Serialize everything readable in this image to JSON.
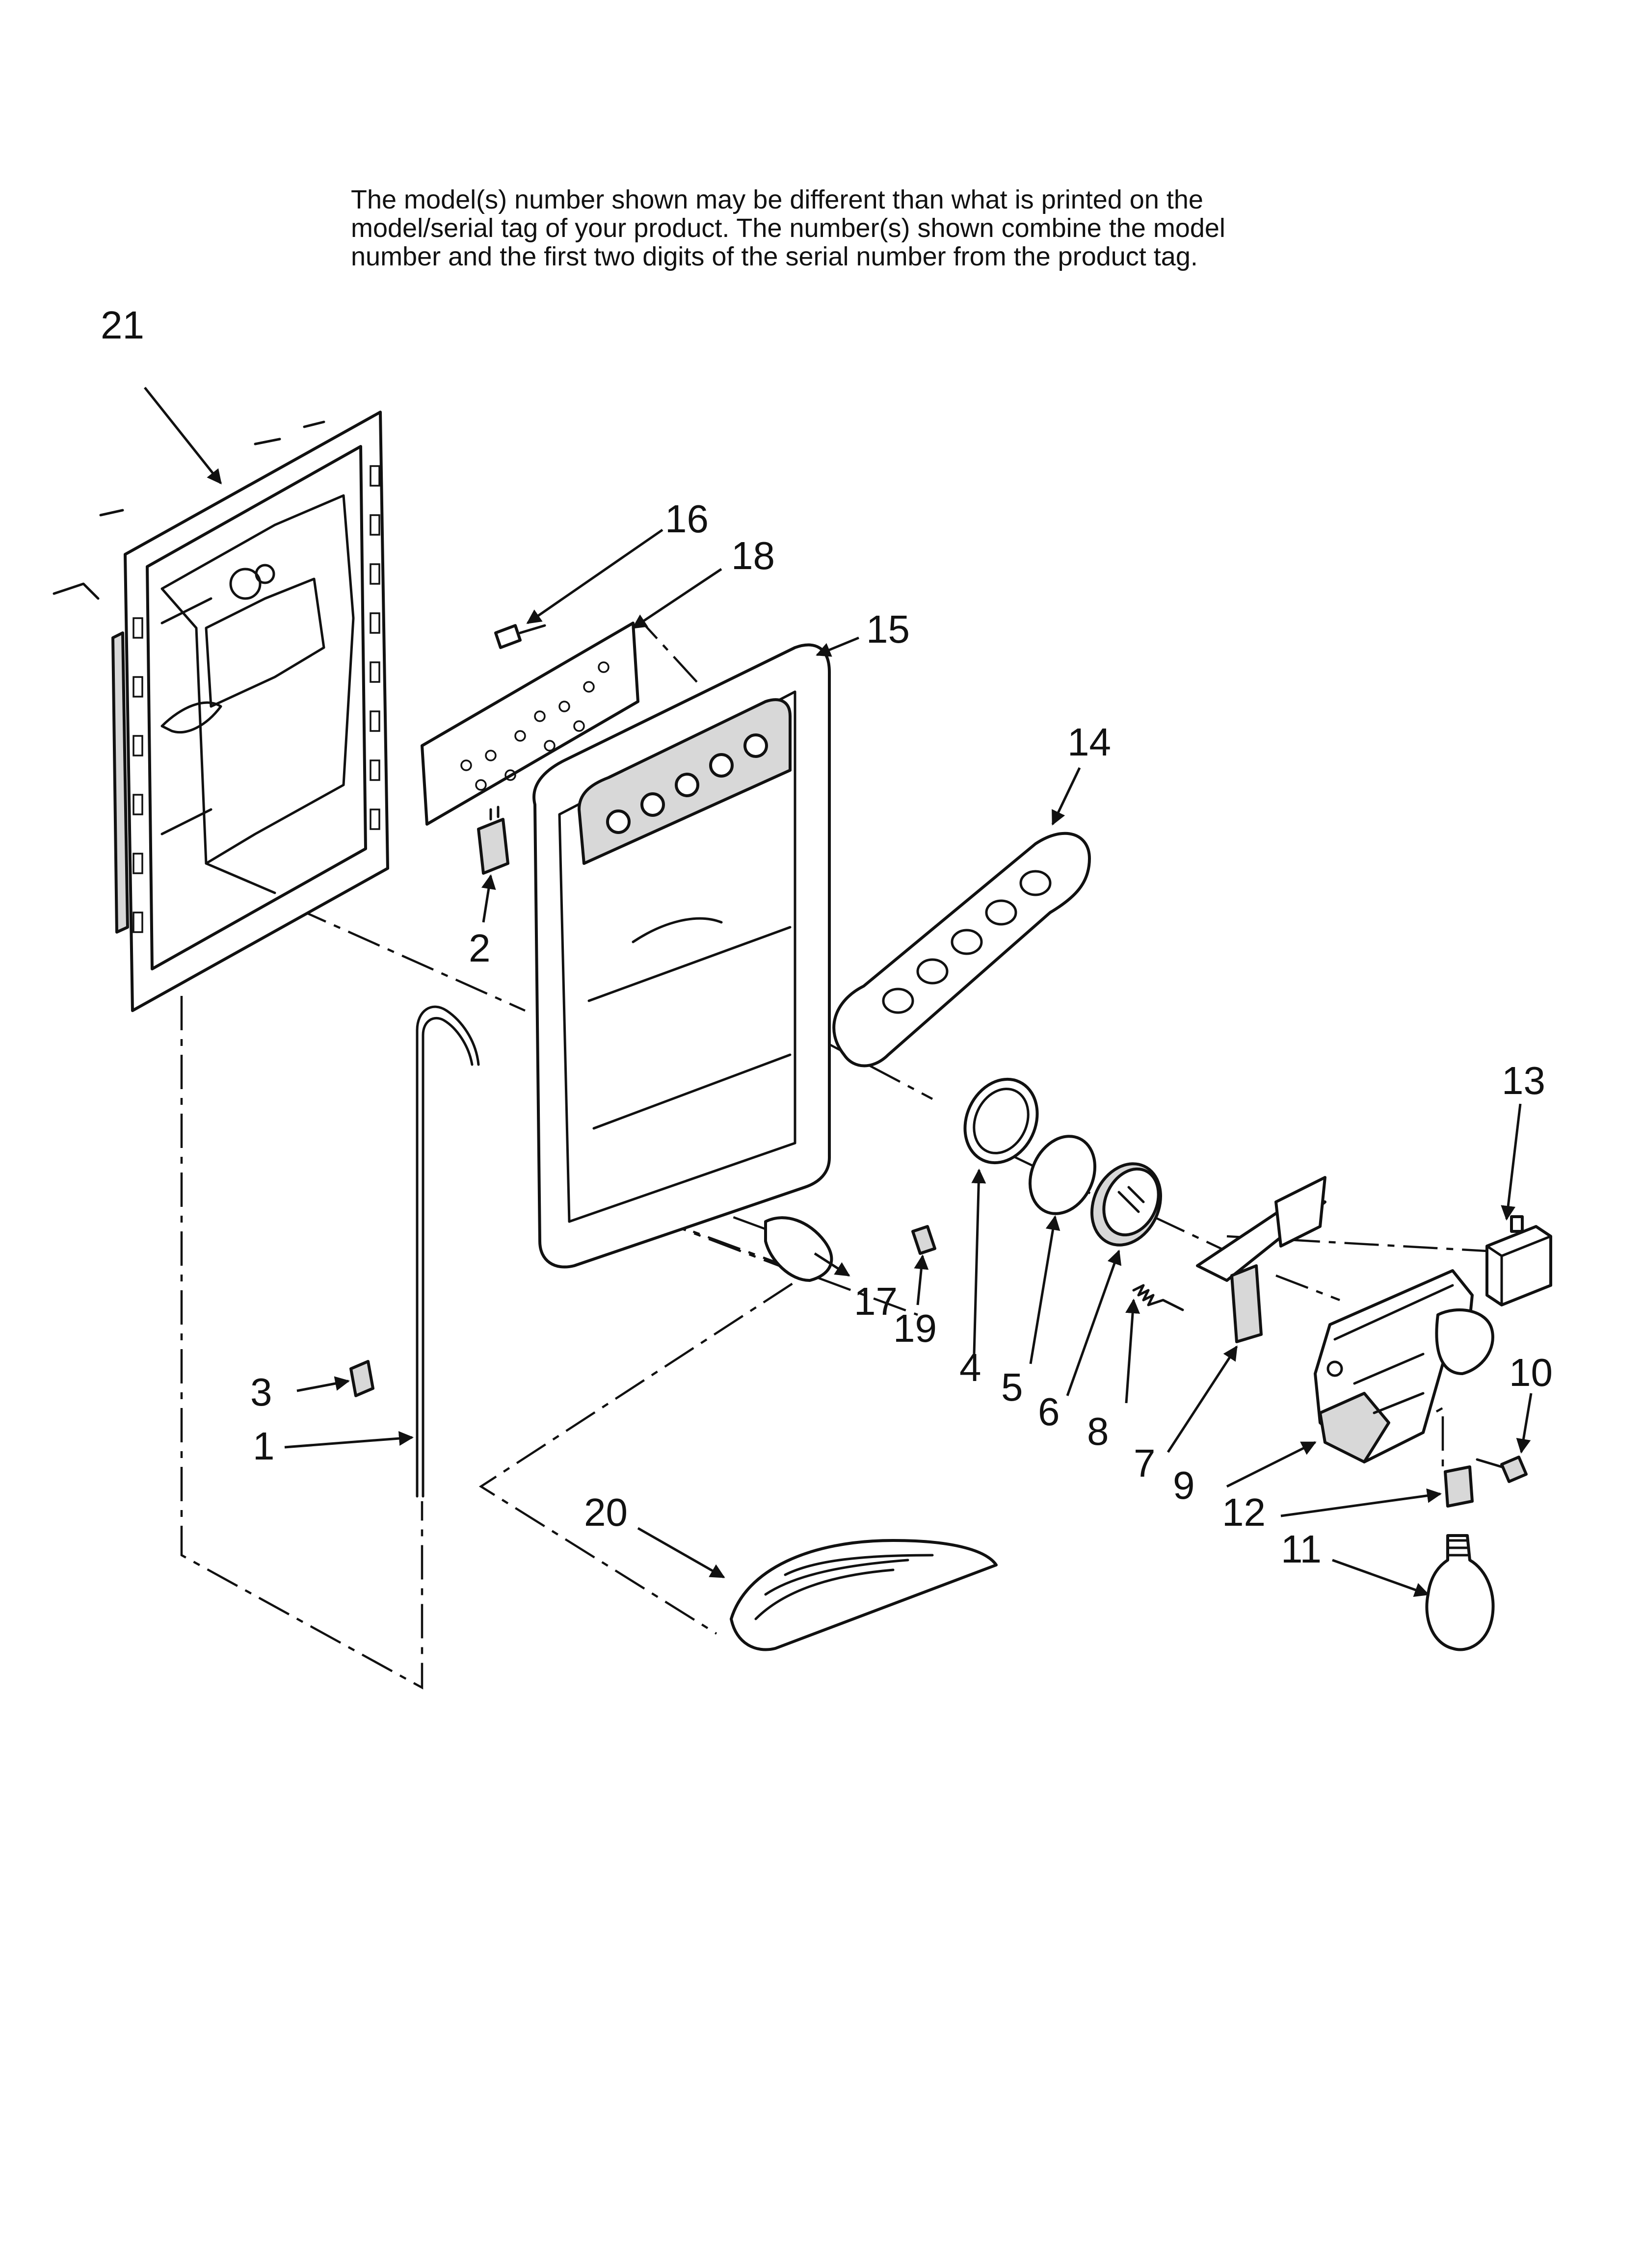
{
  "header": {
    "note": "The model(s) number shown may be different than what is printed on the\nmodel/serial tag of your product. The number(s) shown combine the model\nnumber and the first two digits of the serial number from the product tag."
  },
  "callouts": {
    "c1": "1",
    "c2": "2",
    "c3": "3",
    "c4": "4",
    "c5": "5",
    "c6": "6",
    "c7": "7",
    "c8": "8",
    "c9": "9",
    "c10": "10",
    "c11": "11",
    "c12": "12",
    "c13": "13",
    "c14": "14",
    "c15": "15",
    "c16": "16",
    "c17": "17",
    "c18": "18",
    "c19": "19",
    "c20": "20",
    "c21": "21"
  },
  "parts": [
    "housing-frame",
    "control-board",
    "screw",
    "switch",
    "dispenser-facade",
    "button-overlay",
    "water-tube",
    "tube-clip",
    "paddle-ring",
    "paddle-lens",
    "paddle",
    "spring",
    "ice-chute-door-arm",
    "ice-chute",
    "screw",
    "bulb",
    "bulb-socket",
    "solenoid",
    "cap",
    "screw",
    "drip-tray"
  ]
}
